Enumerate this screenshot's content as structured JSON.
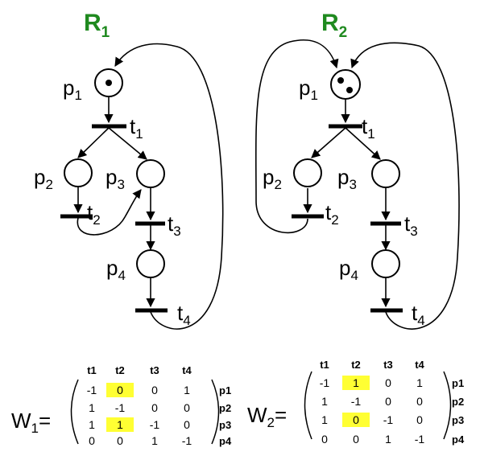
{
  "nets": [
    {
      "title": "R",
      "sub": "1",
      "places": [
        {
          "name": "p",
          "sub": "1",
          "tokens": 1
        },
        {
          "name": "p",
          "sub": "2",
          "tokens": 0
        },
        {
          "name": "p",
          "sub": "3",
          "tokens": 0
        },
        {
          "name": "p",
          "sub": "4",
          "tokens": 0
        }
      ],
      "transitions": [
        {
          "name": "t",
          "sub": "1"
        },
        {
          "name": "t",
          "sub": "2"
        },
        {
          "name": "t",
          "sub": "3"
        },
        {
          "name": "t",
          "sub": "4"
        }
      ]
    },
    {
      "title": "R",
      "sub": "2",
      "places": [
        {
          "name": "p",
          "sub": "1",
          "tokens": 2
        },
        {
          "name": "p",
          "sub": "2",
          "tokens": 0
        },
        {
          "name": "p",
          "sub": "3",
          "tokens": 0
        },
        {
          "name": "p",
          "sub": "4",
          "tokens": 0
        }
      ],
      "transitions": [
        {
          "name": "t",
          "sub": "1"
        },
        {
          "name": "t",
          "sub": "2"
        },
        {
          "name": "t",
          "sub": "3"
        },
        {
          "name": "t",
          "sub": "4"
        }
      ]
    }
  ],
  "matrices": [
    {
      "label": "W",
      "sub": "1",
      "eq": "=",
      "col_headers": [
        "t1",
        "t2",
        "t3",
        "t4"
      ],
      "row_headers": [
        "p1",
        "p2",
        "p3",
        "p4"
      ],
      "rows": [
        [
          "-1",
          "0",
          "0",
          "1"
        ],
        [
          "1",
          "-1",
          "0",
          "0"
        ],
        [
          "1",
          "1",
          "-1",
          "0"
        ],
        [
          "0",
          "0",
          "1",
          "-1"
        ]
      ],
      "highlights": [
        [
          0,
          1
        ],
        [
          2,
          1
        ]
      ]
    },
    {
      "label": "W",
      "sub": "2",
      "eq": "=",
      "col_headers": [
        "t1",
        "t2",
        "t3",
        "t4"
      ],
      "row_headers": [
        "p1",
        "p2",
        "p3",
        "p4"
      ],
      "rows": [
        [
          "-1",
          "1",
          "0",
          "1"
        ],
        [
          "1",
          "-1",
          "0",
          "0"
        ],
        [
          "1",
          "0",
          "-1",
          "0"
        ],
        [
          "0",
          "0",
          "1",
          "-1"
        ]
      ],
      "highlights": [
        [
          0,
          1
        ],
        [
          2,
          1
        ]
      ]
    }
  ],
  "colors": {
    "title": "#1f8a1f",
    "highlight": "#ffff33"
  }
}
